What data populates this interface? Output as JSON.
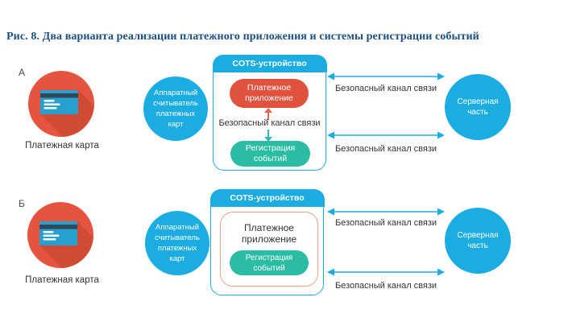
{
  "title": "Рис. 8. Два варианта реализации платежного приложения и системы регистрации событий",
  "colors": {
    "accent_blue": "#1bade1",
    "teal": "#2abda3",
    "red_circle": "#e5543f",
    "red_circle_shadow": "#d14a34",
    "red_pill": "#e0523e",
    "card_blue": "#28a0cf",
    "card_stripe": "#2f4859",
    "salmon_border": "#f2a184",
    "title_blue": "#1b5081",
    "text_dark": "#333333"
  },
  "variant_a": {
    "letter": "А",
    "payment_card_label": "Платежная карта",
    "payment_card_icon": "credit-card-icon",
    "reader_label": "Аппаратный\nсчитыватель\nплатежных\nкарт",
    "cots": {
      "title": "COTS-устройство",
      "payment_app_label": "Платежное\nприложение",
      "secure_channel_label": "Безопасный канал связи",
      "event_log_label": "Регистрация\nсобытий"
    },
    "channel_top_label": "Безопасный канал связи",
    "channel_bottom_label": "Безопасный канал связи",
    "server_label": "Серверная\nчасть"
  },
  "variant_b": {
    "letter": "Б",
    "payment_card_label": "Платежная карта",
    "payment_card_icon": "credit-card-icon",
    "reader_label": "Аппаратный\nсчитыватель\nплатежных\nкарт",
    "cots": {
      "title": "COTS-устройство",
      "payment_app_label": "Платежное\nприложение",
      "event_log_label": "Регистрация\nсобытий"
    },
    "channel_top_label": "Безопасный канал связи",
    "channel_bottom_label": "Безопасный канал связи",
    "server_label": "Серверная\nчасть"
  }
}
